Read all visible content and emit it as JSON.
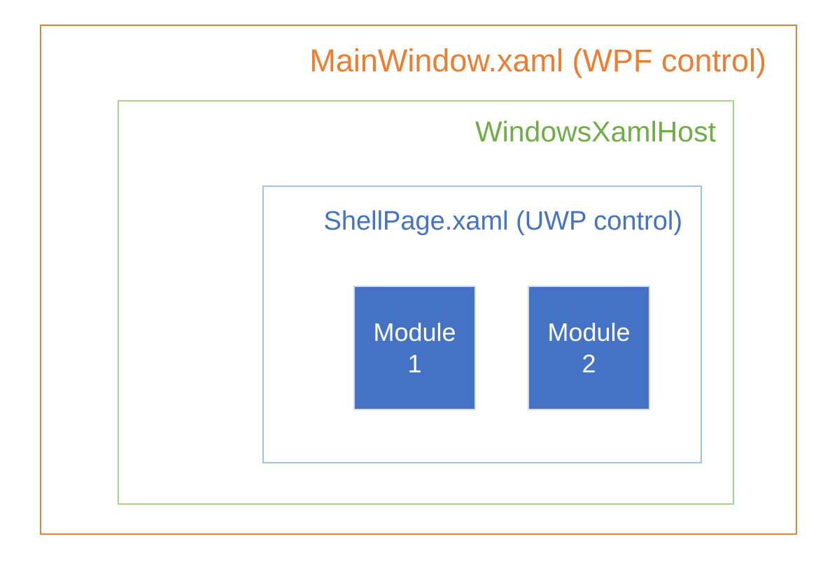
{
  "diagram": {
    "type": "nested-container-diagram",
    "background_color": "#FFFFFF",
    "outer_frame": {
      "label": "MainWindow.xaml (WPF control)",
      "border_color": "#ED7D31",
      "text_color": "#ED7D31"
    },
    "middle_frame": {
      "label": "WindowsXamlHost",
      "border_color": "#A9D18E",
      "text_color": "#70AD47"
    },
    "inner_frame": {
      "label": "ShellPage.xaml (UWP control)",
      "border_color": "#9DC3E6",
      "text_color": "#4472C4"
    },
    "modules": [
      {
        "name": "Module",
        "index": "1",
        "fill_color": "#4472C4",
        "border_color": "#D6DCE5",
        "text_color": "#FFFFFF"
      },
      {
        "name": "Module",
        "index": "2",
        "fill_color": "#4472C4",
        "border_color": "#D6DCE5",
        "text_color": "#FFFFFF"
      }
    ]
  }
}
